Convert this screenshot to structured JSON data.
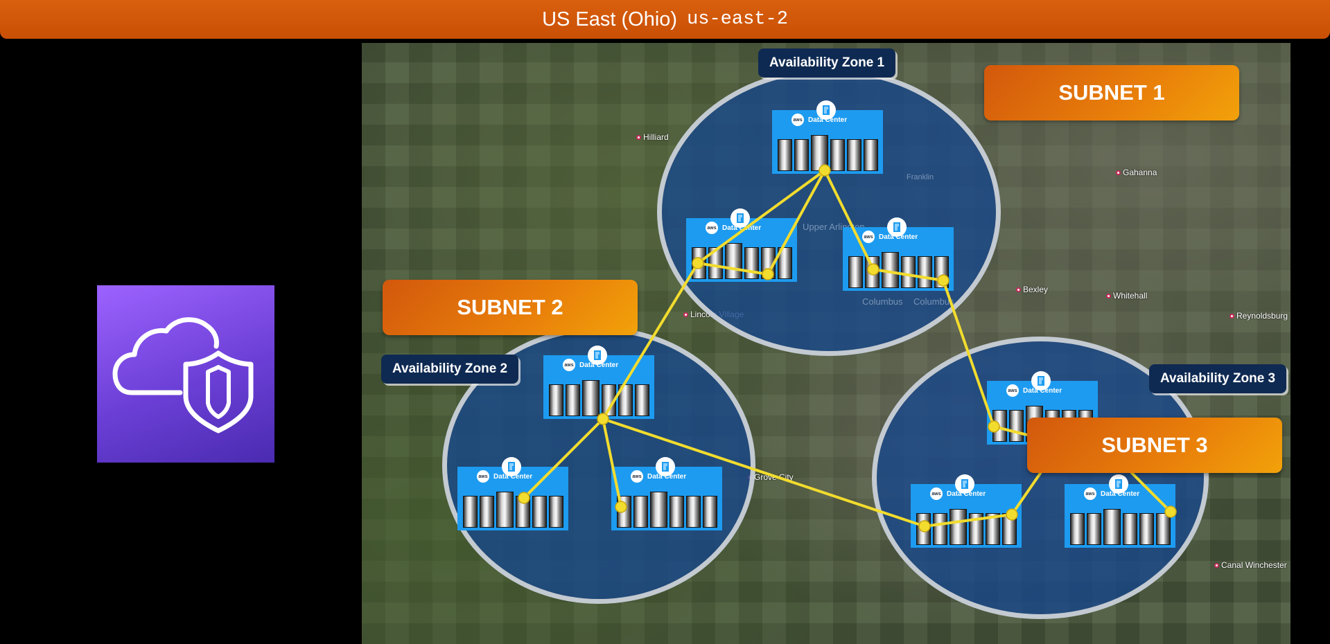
{
  "header": {
    "region_name": "US East (Ohio)",
    "region_code": "us-east-2",
    "color": "#c94f05"
  },
  "service_icon": {
    "name": "shield-cloud-icon",
    "color": "#7b4ae6"
  },
  "zones": [
    {
      "label": "Availability Zone 1"
    },
    {
      "label": "Availability Zone 2"
    },
    {
      "label": "Availability Zone 3"
    }
  ],
  "subnets": [
    {
      "label": "SUBNET 1"
    },
    {
      "label": "SUBNET 2"
    },
    {
      "label": "SUBNET 3"
    }
  ],
  "data_center": {
    "label": "Data Center",
    "badge": "aws"
  },
  "places": [
    "Hilliard",
    "Gahanna",
    "Bexley",
    "Whitehall",
    "Reynoldsburg",
    "Canal Winchester",
    "Lincoln Village",
    "Grove City",
    "Upper Arlington",
    "Franklin",
    "Columbus",
    "Columbus"
  ],
  "link_color": "#f2dc2e"
}
